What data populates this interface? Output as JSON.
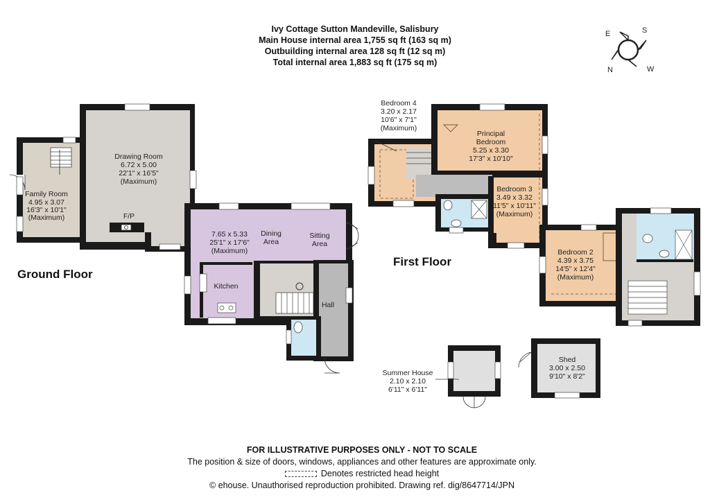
{
  "header": {
    "line1": "Ivy Cottage Sutton Mandeville, Salisbury",
    "line2": "Main House internal area 1,755 sq ft (163 sq m)",
    "line3": "Outbuilding internal area 128 sq ft (12 sq m)",
    "line4": "Total internal area 1,883 sq ft (175 sq m)"
  },
  "compass": {
    "e": "E",
    "s": "S",
    "n": "N",
    "w": "W"
  },
  "floors": {
    "ground": "Ground Floor",
    "first": "First Floor"
  },
  "rooms": {
    "family": {
      "name": "Family Room",
      "metric": "4.95 x 3.07",
      "imperial": "16'3\" x 10'1\"",
      "note": "(Maximum)"
    },
    "drawing": {
      "name": "Drawing Room",
      "metric": "6.72 x 5.00",
      "imperial": "22'1\" x 16'5\"",
      "note": "(Maximum)",
      "fp": "F/P"
    },
    "dining": {
      "metric": "7.65 x 5.33",
      "imperial": "25'1\" x 17'6\"",
      "note": "(Maximum)",
      "dining1": "Dining",
      "dining2": "Area",
      "sitting1": "Sitting",
      "sitting2": "Area",
      "kitchen": "Kitchen"
    },
    "hall": {
      "name": "Hall"
    },
    "bed4": {
      "name": "Bedroom 4",
      "metric": "3.20 x 2.17",
      "imperial": "10'6\" x 7'1\"",
      "note": "(Maximum)"
    },
    "principal": {
      "name1": "Principal",
      "name2": "Bedroom",
      "metric": "5.25 x 3.30",
      "imperial": "17'3\" x 10'10\""
    },
    "bed3": {
      "name": "Bedroom 3",
      "metric": "3.49 x 3.32",
      "imperial": "11'5\" x 10'11\"",
      "note": "(Maximum)"
    },
    "bed2": {
      "name": "Bedroom 2",
      "metric": "4.39 x 3.75",
      "imperial": "14'5\" x 12'4\"",
      "note": "(Maximum)"
    },
    "summer": {
      "name": "Summer House",
      "metric": "2.10 x 2.10",
      "imperial": "6'11\" x 6'11\""
    },
    "shed": {
      "name": "Shed",
      "metric": "3.00 x 2.50",
      "imperial": "9'10\" x 8'2\""
    }
  },
  "footer": {
    "line1": "FOR ILLUSTRATIVE PURPOSES ONLY - NOT TO SCALE",
    "line2": "The position & size of doors, windows, appliances and other features are approximate only.",
    "line3": "Denotes restricted head height",
    "line4": "© ehouse. Unauthorised reproduction prohibited. Drawing ref. dig/8647714/JPN"
  },
  "colors": {
    "wall": "#1a1a1a",
    "grey_room": "#d6d3ce",
    "family_room": "#d9d2c6",
    "kitchen": "#d8c6e0",
    "hall": "#b9b9b9",
    "bedroom": "#f2cca6",
    "bathroom": "#cde7f3",
    "landing": "#bdbdbd",
    "outbuilding": "#e0e0e0"
  }
}
